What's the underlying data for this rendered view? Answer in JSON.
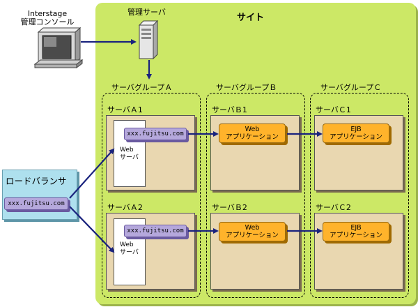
{
  "console": {
    "line1": "Interstage",
    "line2": "管理コンソール"
  },
  "admin_server": {
    "label": "管理サーバ"
  },
  "site": {
    "title": "サイト"
  },
  "load_balancer": {
    "title": "ロードバランサ",
    "url": "xxx.fujitsu.com"
  },
  "groups": [
    {
      "label": "サーバグループＡ"
    },
    {
      "label": "サーバグループＢ"
    },
    {
      "label": "サーバグループＣ"
    }
  ],
  "servers": {
    "a1": {
      "label": "サーバＡ1",
      "url": "xxx.fujitsu.com",
      "web_line1": "Web",
      "web_line2": "サーバ"
    },
    "a2": {
      "label": "サーバＡ2",
      "url": "xxx.fujitsu.com",
      "web_line1": "Web",
      "web_line2": "サーバ"
    },
    "b1": {
      "label": "サーバＢ1",
      "app_line1": "Web",
      "app_line2": "アプリケーション"
    },
    "b2": {
      "label": "サーバＢ2",
      "app_line1": "Web",
      "app_line2": "アプリケーション"
    },
    "c1": {
      "label": "サーバＣ1",
      "app_line1": "EJB",
      "app_line2": "アプリケーション"
    },
    "c2": {
      "label": "サーバＣ2",
      "app_line1": "EJB",
      "app_line2": "アプリケーション"
    }
  },
  "colors": {
    "site": "#cce866",
    "server": "#e9d7b0",
    "url_box": "#b5a8dc",
    "app_box": "#ffb32b",
    "load_balancer": "#aee0ee",
    "arrow": "#1a237e"
  }
}
